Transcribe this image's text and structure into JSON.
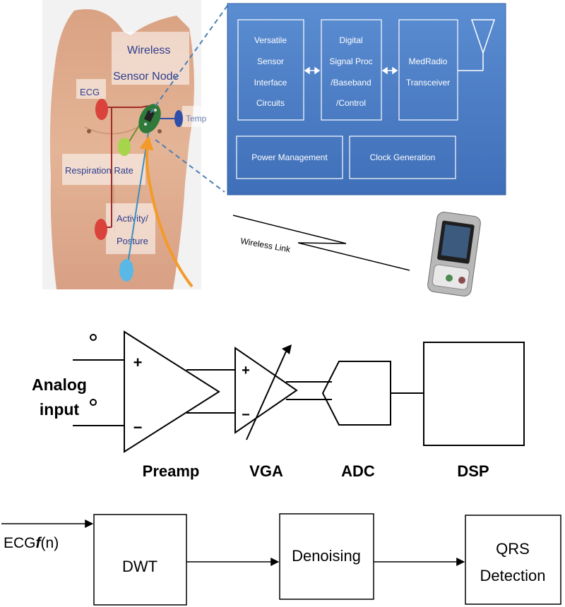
{
  "body_panel": {
    "wireless_node_line1": "Wireless",
    "wireless_node_line2": "Sensor Node",
    "ecg_label": "ECG",
    "temp_label": "Temp",
    "respiration_label": "Respiration Rate",
    "activity_line1": "Activity/",
    "activity_line2": "Posture"
  },
  "block_panel": {
    "sensor_interface": [
      "Versatile",
      "Sensor",
      "Interface",
      "Circuits"
    ],
    "dsp_baseband": [
      "Digital",
      "Signal Proc",
      "/Baseband",
      "/Control"
    ],
    "transceiver": [
      "MedRadio",
      "Transceiver"
    ],
    "power_management": "Power Management",
    "clock_generation": "Clock Generation"
  },
  "wireless_link_label": "Wireless Link",
  "front_end": {
    "input_label_line1": "Analog",
    "input_label_line2": "input",
    "plus": "+",
    "minus": "−",
    "preamp": "Preamp",
    "vga": "VGA",
    "adc": "ADC",
    "dsp": "DSP"
  },
  "processing_chain": {
    "input_prefix": "ECG",
    "input_func": "f",
    "input_suffix": "(n)",
    "dwt": "DWT",
    "denoising": "Denoising",
    "qrs_line1": "QRS",
    "qrs_line2": "Detection"
  },
  "colors": {
    "panel_blue": "#4a7cc4",
    "ecg_electrode": "#d9433b",
    "resp_electrode": "#a6d44a",
    "temp_electrode": "#2f4fa8",
    "activity_electrode": "#5ab8e6",
    "arrow_orange": "#f39a2b",
    "dashed_line": "#4d7fb3"
  }
}
